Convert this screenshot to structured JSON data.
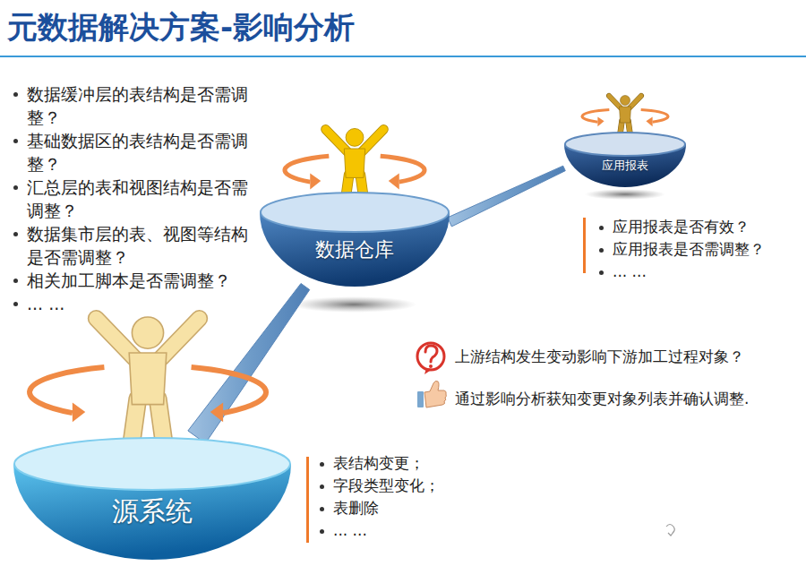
{
  "diagram": {
    "title": "元数据解决方案-影响分析",
    "nodes": [
      {
        "text": [
          "源系统"
        ]
      },
      {
        "text": [
          "数据仓库"
        ]
      },
      {
        "text": [
          "应用报表"
        ]
      }
    ],
    "edges": [
      {
        "from": 0,
        "to": 1,
        "arrow": "none"
      },
      {
        "from": 1,
        "to": 2,
        "arrow": "none"
      }
    ],
    "labels": [
      "数据缓冲层的表结构是否需调整？",
      "基础数据区的表结构是否需调整？",
      "汇总层的表和视图结构是否需调整？",
      "数据集市层的表、视图等结构是否需调整？",
      "相关加工脚本是否需调整？",
      "... ...",
      "应用报表是否有效？",
      "应用报表是否需调整？",
      "... ...",
      "上游结构发生变动影响下游加工过程对象？",
      "通过影响分析获知变更对象列表并确认调整.",
      "表结构变更；",
      "字段类型变化；",
      "表删除",
      "... ..."
    ]
  }
}
